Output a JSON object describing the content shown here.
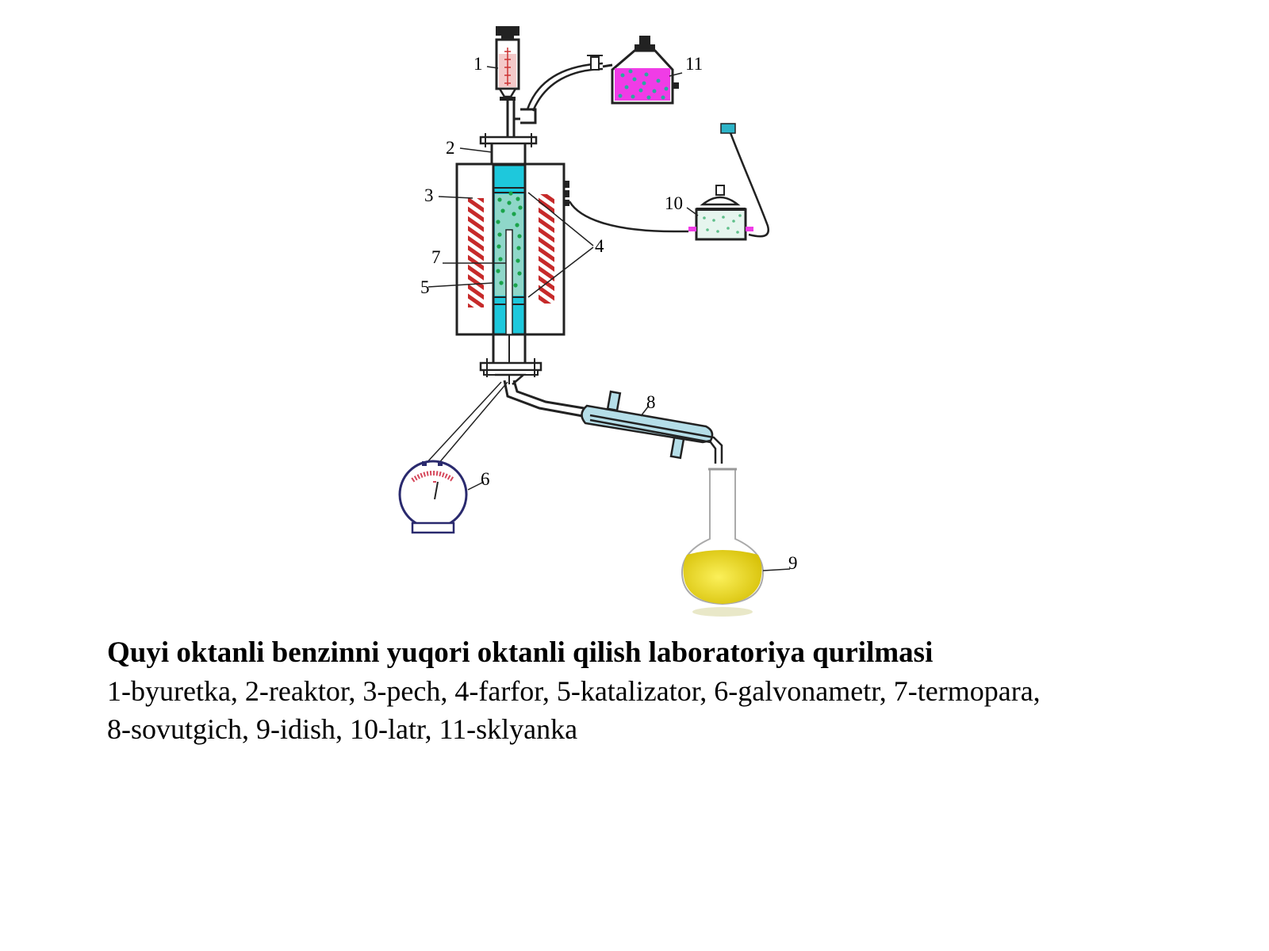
{
  "colors": {
    "reactor_fill": "#1ec8dc",
    "heater_stripes": "#c62a2a",
    "flask_liquid": "#f2e21a",
    "bottle_liquid": "#f03ce6",
    "condenser_fill": "#b5dee8",
    "catalyst_dots": "#1aa34a",
    "galvanometer_frame": "#2a2a6e"
  },
  "diagram": {
    "labels": {
      "l1": "1",
      "l2": "2",
      "l3": "3",
      "l4": "4",
      "l5": "5",
      "l6": "6",
      "l7": "7",
      "l8": "8",
      "l9": "9",
      "l10": "10",
      "l11": "11"
    }
  },
  "caption": {
    "title": "Quyi oktanli benzinni yuqori oktanli qilish laboratoriya qurilmasi",
    "legend_line1": "1-byuretka, 2-reaktor, 3-pech, 4-farfor, 5-katalizator, 6-galvonametr, 7-termopara,",
    "legend_line2": "8-sovutgich, 9-idish, 10-latr, 11-sklyanka"
  }
}
